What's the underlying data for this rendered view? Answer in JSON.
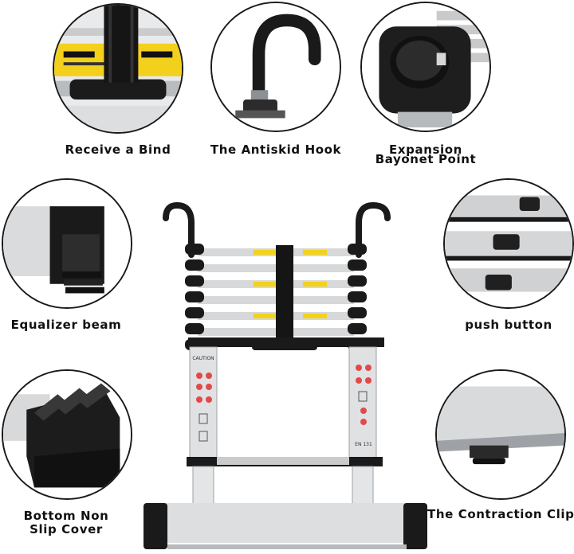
{
  "features": {
    "receive_bind": "Receive a Bind",
    "antiskid_hook": "The Antiskid Hook",
    "expansion_line1": "Expansion",
    "expansion_line2": "Bayonet Point",
    "equalizer_beam": "Equalizer beam",
    "push_button": "push button",
    "bottom_line1": "Bottom Non",
    "bottom_line2": "Slip Cover",
    "contraction_clip": "The Contraction Clip"
  },
  "ladder_text": {
    "caution": "CAUTION",
    "standard": "EN 131"
  },
  "colors": {
    "black": "#1a1a1a",
    "aluminum": "#d8dadc",
    "warning_yellow": "#f2d21b"
  }
}
